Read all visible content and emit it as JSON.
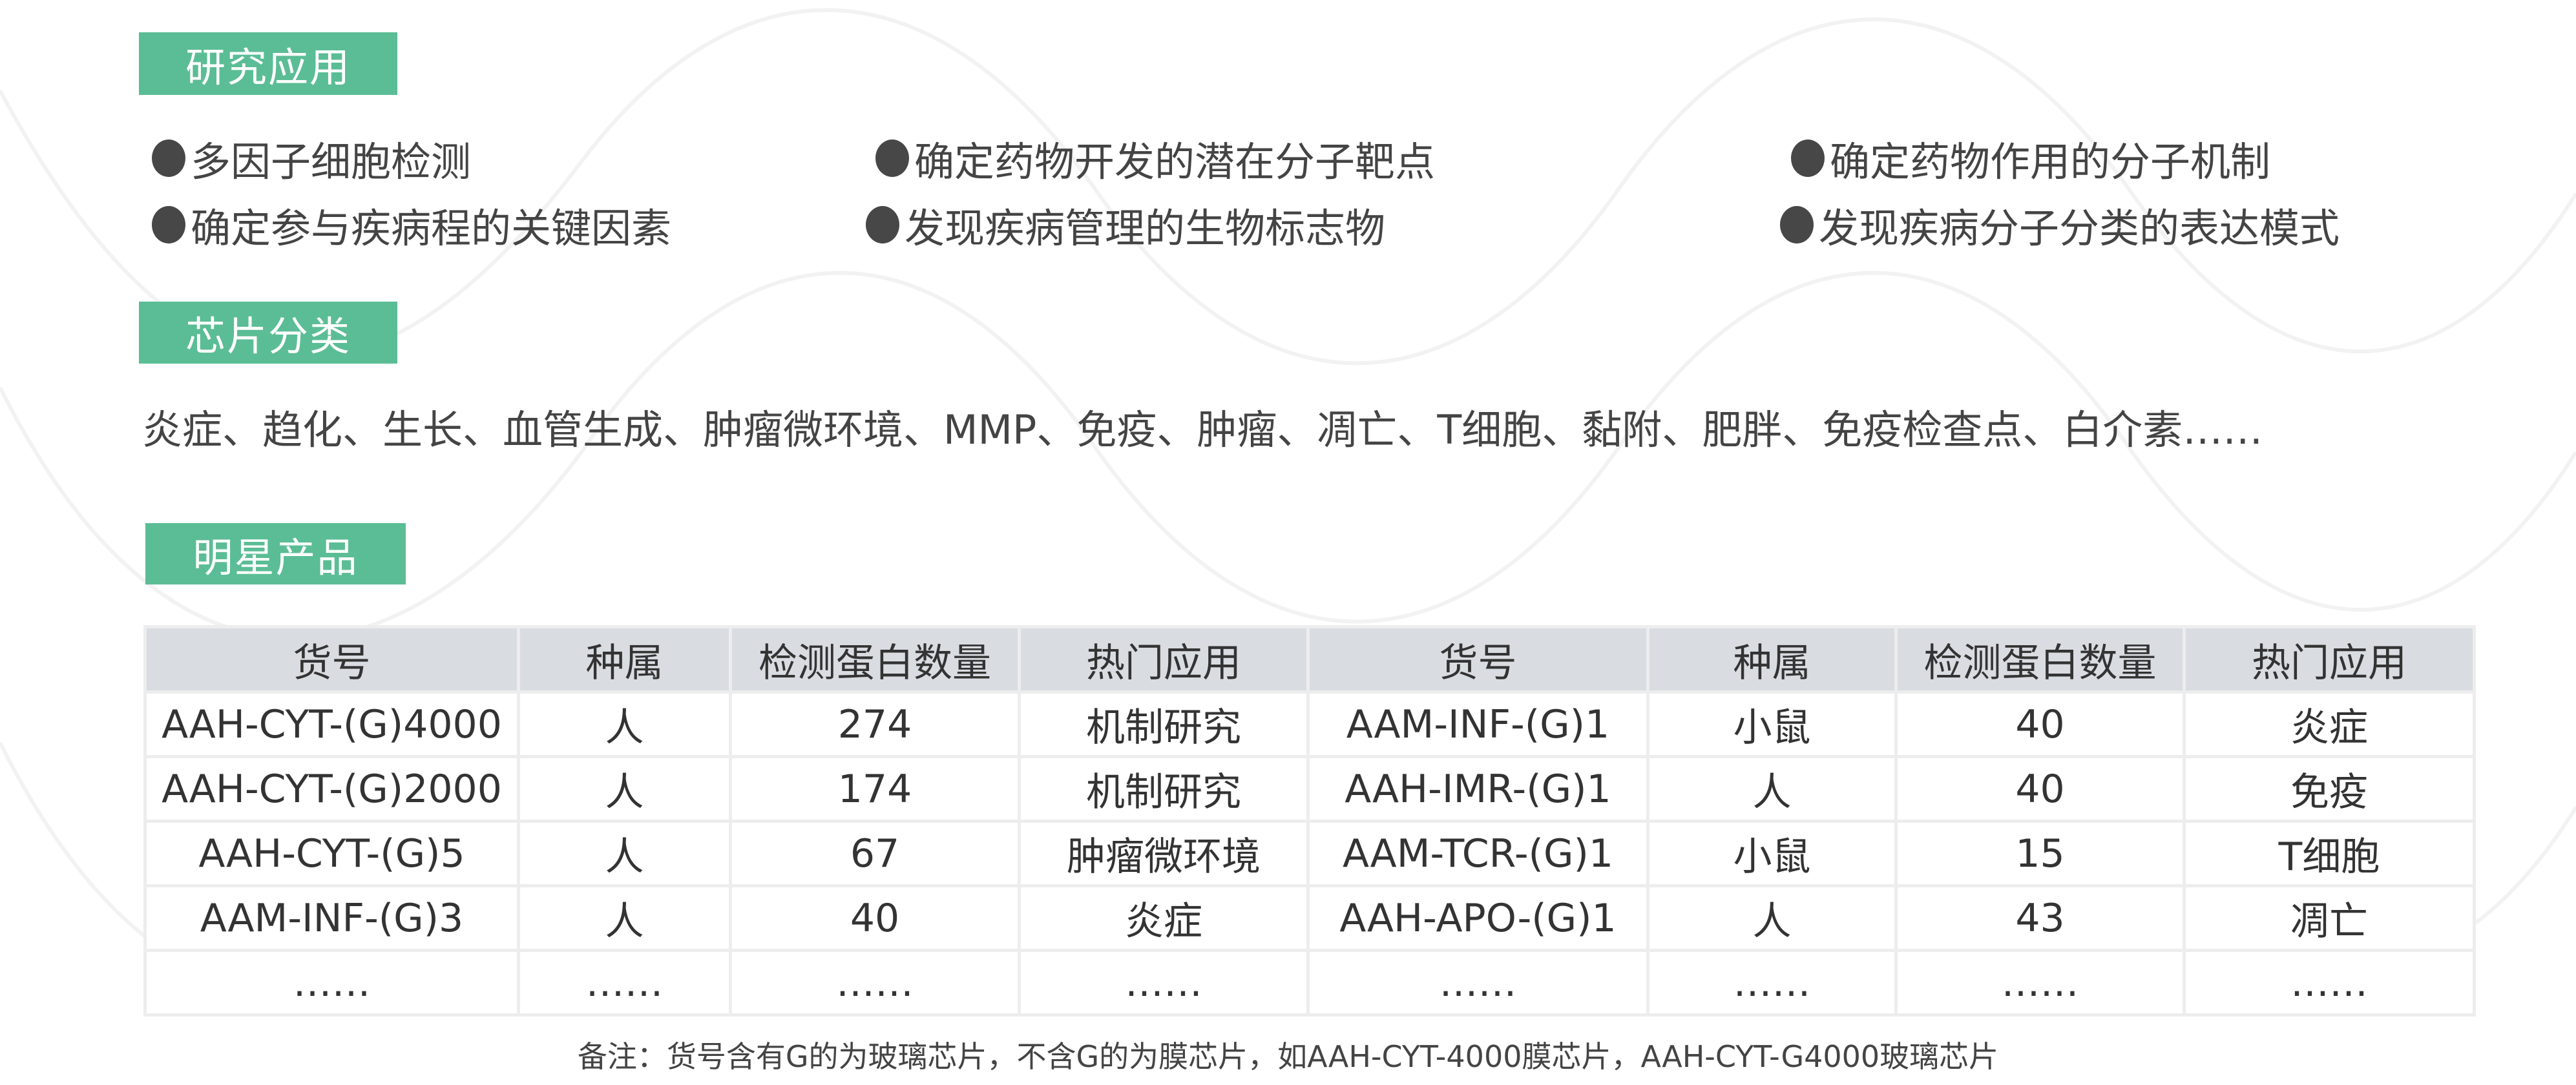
{
  "sections": {
    "research": {
      "label": "研究应用",
      "bullets": [
        "多因子细胞检测",
        "确定药物开发的潜在分子靶点",
        "确定药物作用的分子机制",
        "确定参与疾病程的关键因素",
        "发现疾病管理的生物标志物",
        "发现疾病分子分类的表达模式"
      ]
    },
    "chip_categories": {
      "label": "芯片分类",
      "text": "炎症、趋化、生长、血管生成、肿瘤微环境、MMP、免疫、肿瘤、凋亡、T细胞、黏附、肥胖、免疫检查点、白介素……"
    },
    "star_products": {
      "label": "明星产品",
      "columns": [
        "货号",
        "种属",
        "检测蛋白数量",
        "热门应用",
        "货号",
        "种属",
        "检测蛋白数量",
        "热门应用"
      ],
      "rows": [
        [
          "AAH-CYT-(G)4000",
          "人",
          "274",
          "机制研究",
          "AAM-INF-(G)1",
          "小鼠",
          "40",
          "炎症"
        ],
        [
          "AAH-CYT-(G)2000",
          "人",
          "174",
          "机制研究",
          "AAH-IMR-(G)1",
          "人",
          "40",
          "免疫"
        ],
        [
          "AAH-CYT-(G)5",
          "人",
          "67",
          "肿瘤微环境",
          "AAM-TCR-(G)1",
          "小鼠",
          "15",
          "T细胞"
        ],
        [
          "AAM-INF-(G)3",
          "人",
          "40",
          "炎症",
          "AAH-APO-(G)1",
          "人",
          "43",
          "凋亡"
        ],
        [
          "……",
          "……",
          "……",
          "……",
          "……",
          "……",
          "……",
          "……"
        ]
      ],
      "footnote": "备注：货号含有G的为玻璃芯片，不含G的为膜芯片，如AAH-CYT-4000膜芯片，AAH-CYT-G4000玻璃芯片"
    }
  },
  "colors": {
    "accent_green": "#5bbd95",
    "table_header_bg": "#d9dce1",
    "table_border": "#ededee",
    "text": "#444444"
  }
}
